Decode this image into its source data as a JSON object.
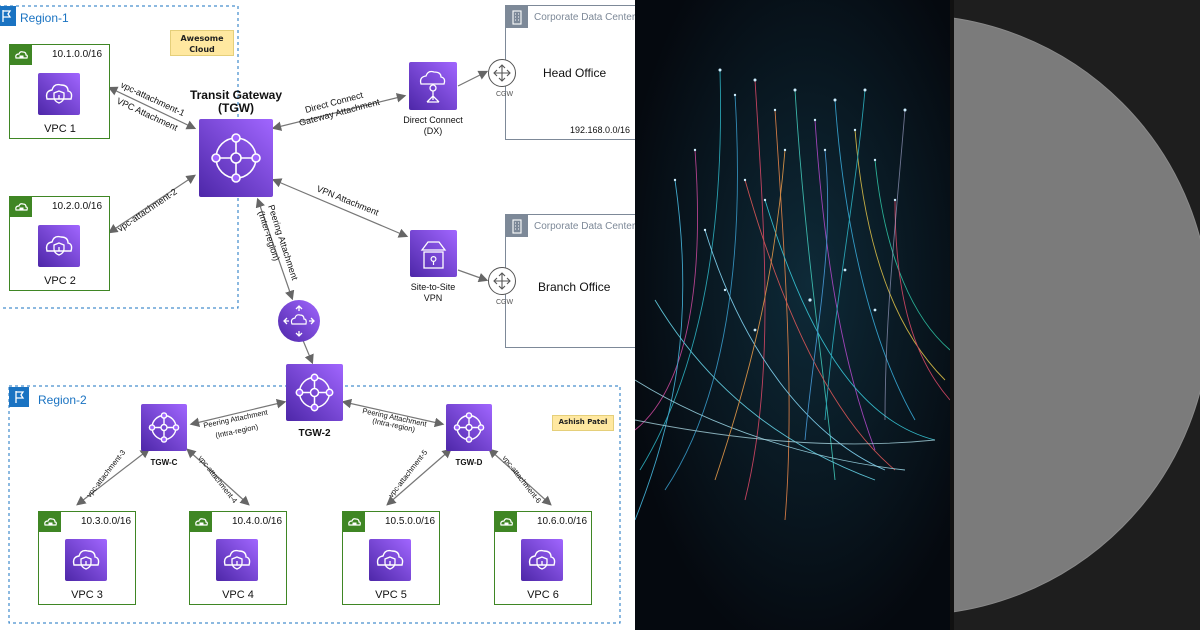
{
  "regions": {
    "region1": "Region-1",
    "region2": "Region-2"
  },
  "notes": {
    "awesome_line1": "Awesome",
    "awesome_line2": "Cloud",
    "author": "Ashish Patel"
  },
  "vpcs": [
    {
      "name": "VPC 1",
      "cidr": "10.1.0.0/16"
    },
    {
      "name": "VPC 2",
      "cidr": "10.2.0.0/16"
    },
    {
      "name": "VPC 3",
      "cidr": "10.3.0.0/16"
    },
    {
      "name": "VPC 4",
      "cidr": "10.4.0.0/16"
    },
    {
      "name": "VPC 5",
      "cidr": "10.5.0.0/16"
    },
    {
      "name": "VPC 6",
      "cidr": "10.6.0.0/16"
    }
  ],
  "gateways": {
    "tgw_line1": "Transit Gateway",
    "tgw_line2": "(TGW)",
    "tgw2": "TGW-2",
    "tgwc": "TGW-C",
    "tgwd": "TGW-D"
  },
  "services": {
    "dx_line1": "Direct Connect",
    "dx_line2": "(DX)",
    "vpn_line1": "Site-to-Site",
    "vpn_line2": "VPN",
    "cgw": "CGW"
  },
  "datacenters": [
    {
      "title": "Corporate Data Center",
      "name": "Head Office",
      "cidr": "192.168.0.0/16"
    },
    {
      "title": "Corporate Data Center",
      "name": "Branch Office"
    }
  ],
  "connections": {
    "vpc_att_1": "vpc-attachment-1",
    "vpc_attachment": "VPC Attachment",
    "vpc_att_2": "vpc-attachment-2",
    "dx_line1": "Direct Connect",
    "dx_line2": "Gateway Attachment",
    "vpn_att": "VPN Attachment",
    "peer_line1": "Peering Attachment",
    "peer_line2": "(Inter-region)",
    "peer_intra_1": "Peering Attachment",
    "peer_intra_2": "(Intra-region)",
    "vpc_att_3": "vpc-attachment-3",
    "vpc_att_4": "vpc-attachment-4",
    "vpc_att_5": "vpc-attachment-5",
    "vpc_att_6": "vpc-attachment-6"
  },
  "colors": {
    "vpc_green": "#3f8624",
    "region_blue": "#1a73c2",
    "tile_purple_start": "#4d27a8",
    "tile_purple_end": "#a166ff",
    "datacenter_gray": "#7d8998"
  },
  "icons": {
    "vpc": "shield-cloud-icon",
    "transit_gateway": "hub-icon",
    "direct_connect": "direct-connect-icon",
    "vpn": "vpn-gateway-icon",
    "cgw": "router-icon",
    "peering": "peering-cloud-icon",
    "region": "flag-icon",
    "datacenter": "building-icon"
  }
}
